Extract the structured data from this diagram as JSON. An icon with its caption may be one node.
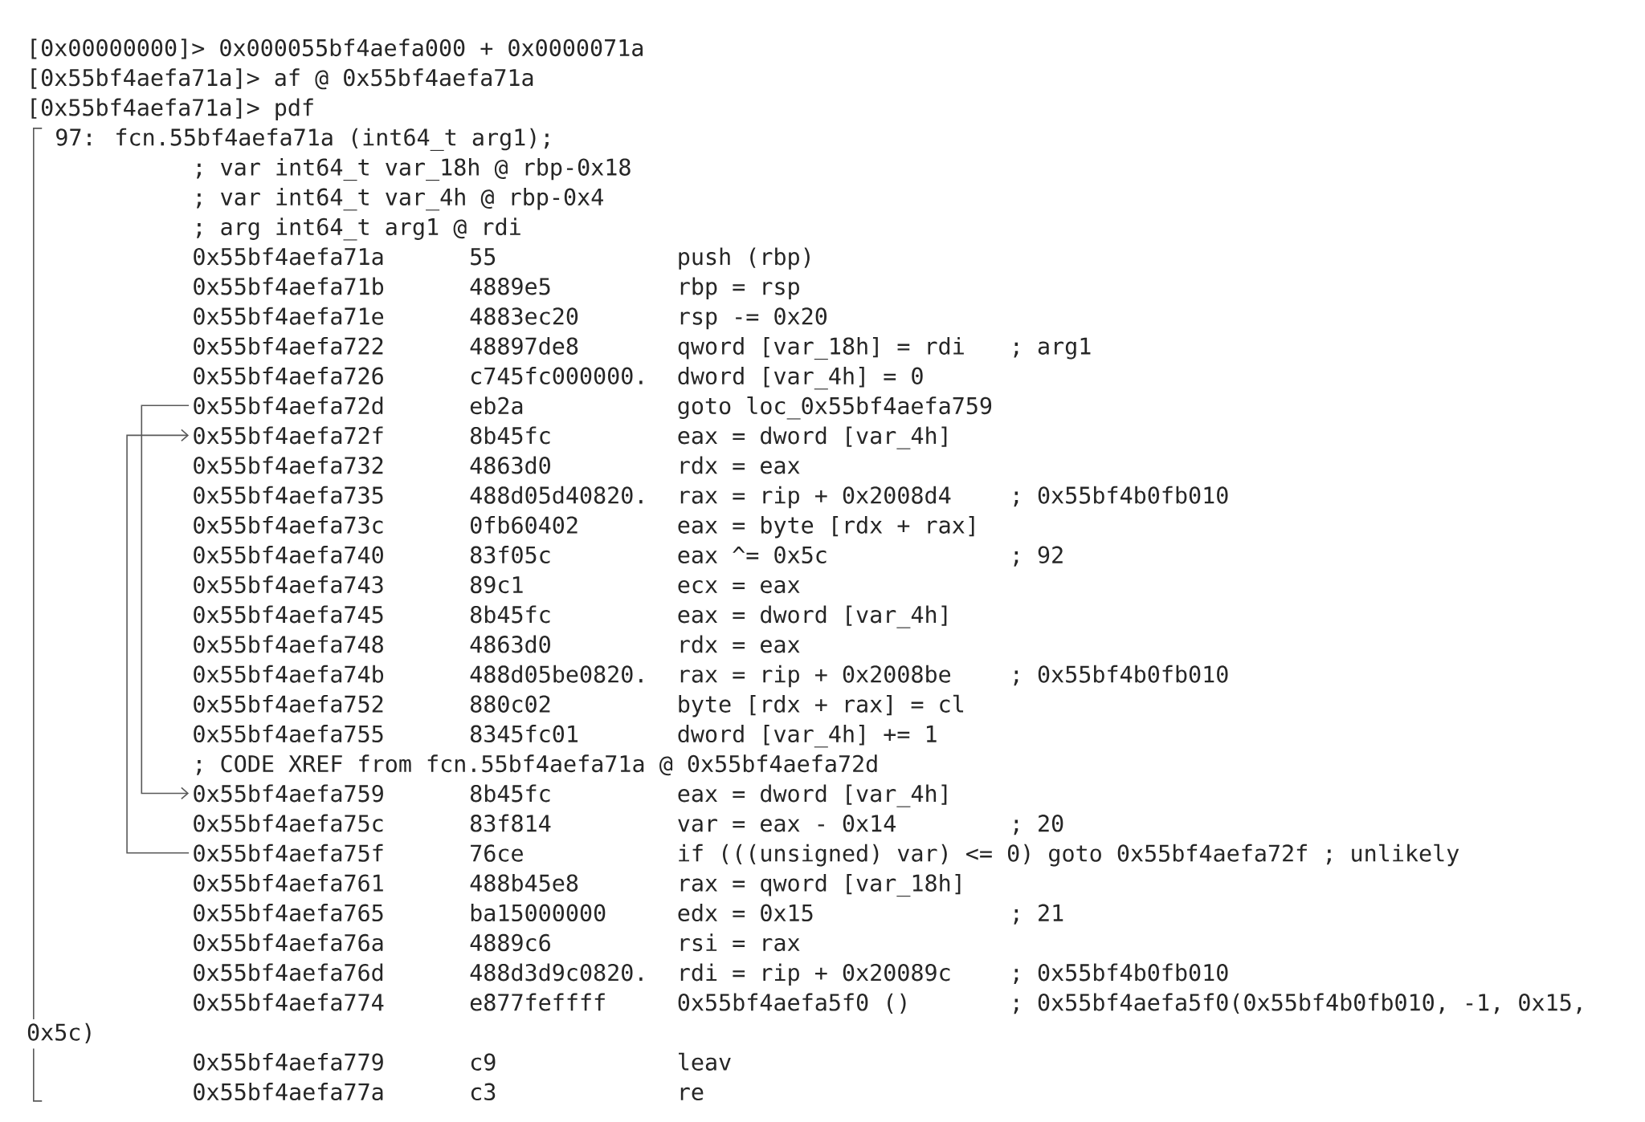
{
  "diagram": {
    "nodes": [
      {
        "text": [
          "0x55bf4aefa72d"
        ]
      },
      {
        "text": [
          "0x55bf4aefa72f"
        ]
      },
      {
        "text": [
          "0x55bf4aefa759"
        ]
      },
      {
        "text": [
          "0x55bf4aefa75f"
        ]
      }
    ],
    "edges": [
      {
        "from": 0,
        "to": 2,
        "arrow": "to"
      },
      {
        "from": 3,
        "to": 1,
        "arrow": "to"
      }
    ],
    "labels": [
      "[0x00000000]> 0x000055bf4aefa000 + 0x0000071a",
      "[0x55bf4aefa71a]> af @ 0x55bf4aefa71a",
      "[0x55bf4aefa71a]> pdf",
      "97: fcn.55bf4aefa71a (int64_t arg1);",
      "; var int64_t var_18h @ rbp-0x18",
      "; var int64_t var_4h @ rbp-0x4",
      "; arg int64_t arg1 @ rdi",
      "0x55bf4aefa71a",
      "55",
      "push  (rbp)",
      "0x55bf4aefa71b",
      "4889e5",
      "rbp = rsp",
      "0x55bf4aefa71e",
      "4883ec20",
      "rsp -= 0x20",
      "0x55bf4aefa722",
      "48897de8",
      "qword [var_18h] = rdi",
      "; arg1",
      "0x55bf4aefa726",
      "c745fc000000.",
      "dword [var_4h] = 0",
      "eb2a",
      "goto loc_0x55bf4aefa759",
      "8b45fc",
      "eax = dword [var_4h]",
      "0x55bf4aefa732",
      "4863d0",
      "rdx = eax",
      "0x55bf4aefa735",
      "488d05d40820.",
      "rax = rip + 0x2008d4",
      "; 0x55bf4b0fb010",
      "0x55bf4aefa73c",
      "0fb60402",
      "eax = byte [rdx + rax]",
      "0x55bf4aefa740",
      "83f05c",
      "eax ^= 0x5c",
      "; 92",
      "0x55bf4aefa743",
      "89c1",
      "ecx = eax",
      "0x55bf4aefa745",
      "8b45fc",
      "eax = dword [var_4h]",
      "0x55bf4aefa748",
      "4863d0",
      "rdx = eax",
      "0x55bf4aefa74b",
      "488d05be0820.",
      "rax = rip + 0x2008be",
      "; 0x55bf4b0fb010",
      "0x55bf4aefa752",
      "880c02",
      "byte [rdx + rax] = cl",
      "0x55bf4aefa755",
      "8345fc01",
      "dword [var_4h] += 1",
      "; CODE XREF from fcn.55bf4aefa71a @ 0x55bf4aefa72d",
      "8b45fc",
      "eax = dword [var_4h]",
      "0x55bf4aefa75c",
      "83f814",
      "var = eax - 0x14",
      "; 20",
      "76ce",
      "if  (((unsigned) var) <= 0) goto 0x55bf4aefa72f ; unlikely",
      "0x55bf4aefa761",
      "488b45e8",
      "rax = qword [var_18h]",
      "0x55bf4aefa765",
      "ba15000000",
      "edx = 0x15",
      "; 21",
      "0x55bf4aefa76a",
      "4889c6",
      "rsi = rax",
      "0x55bf4aefa76d",
      "488d3d9c0820.",
      "rdi = rip + 0x20089c",
      "; 0x55bf4b0fb010",
      "0x55bf4aefa774",
      "e877feffff",
      "0x55bf4aefa5f0  ()",
      "; 0x55bf4aefa5f0(0x55bf4b0fb010, -1, 0x15,",
      "0x5c)",
      "0x55bf4aefa779",
      "c9",
      "leav",
      "0x55bf4aefa77a",
      "c3",
      "re"
    ]
  }
}
